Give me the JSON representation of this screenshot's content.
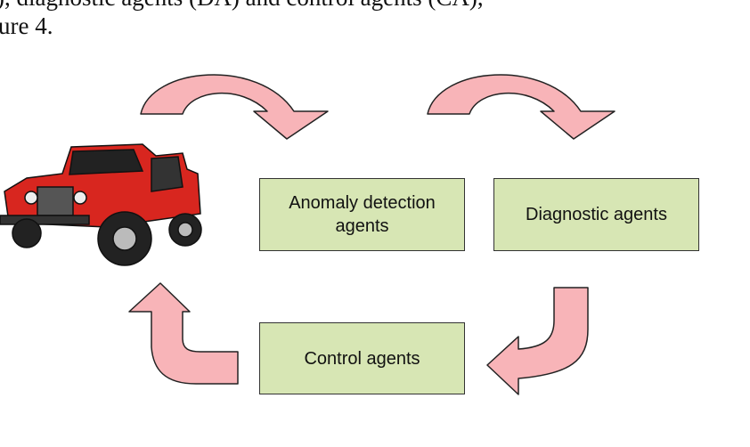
{
  "text": {
    "line1": "), diagnostic agents (DA) and control agents (CA),",
    "line2": "ure 4."
  },
  "boxes": {
    "anomaly": "Anomaly detection agents",
    "diagnostic": "Diagnostic agents",
    "control": "Control agents"
  },
  "colors": {
    "box_fill": "#d7e6b4",
    "arrow_fill": "#f8b4b8",
    "vehicle": "#d8261f"
  }
}
